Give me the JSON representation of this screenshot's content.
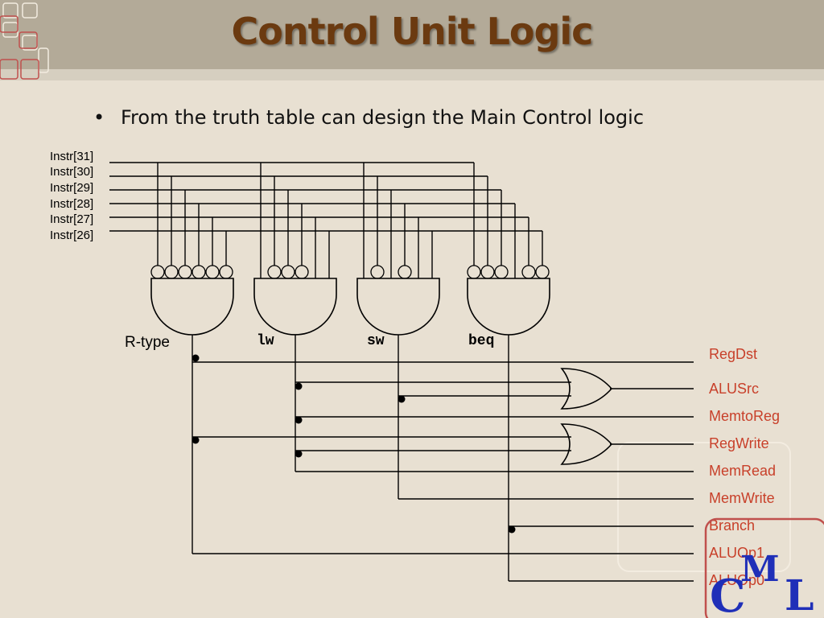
{
  "slide": {
    "title": "Control Unit Logic",
    "bullet": "From the truth table can design the Main Control logic"
  },
  "diagram": {
    "inputs": [
      "Instr[31]",
      "Instr[30]",
      "Instr[29]",
      "Instr[28]",
      "Instr[27]",
      "Instr[26]"
    ],
    "gates": [
      "R-type",
      "lw",
      "sw",
      "beq"
    ],
    "outputs": [
      "RegDst",
      "ALUSrc",
      "MemtoReg",
      "RegWrite",
      "MemRead",
      "MemWrite",
      "Branch",
      "ALUOp1",
      "ALUOp0"
    ]
  },
  "logo": {
    "letters": [
      "C",
      "M",
      "L"
    ]
  },
  "colors": {
    "title": "#6b3a10",
    "output_label": "#c8402a",
    "logo_blue": "#1f2fb8",
    "logo_frame": "#c0504d",
    "background": "#e8e0d2",
    "header_band": "#b3aa98"
  }
}
